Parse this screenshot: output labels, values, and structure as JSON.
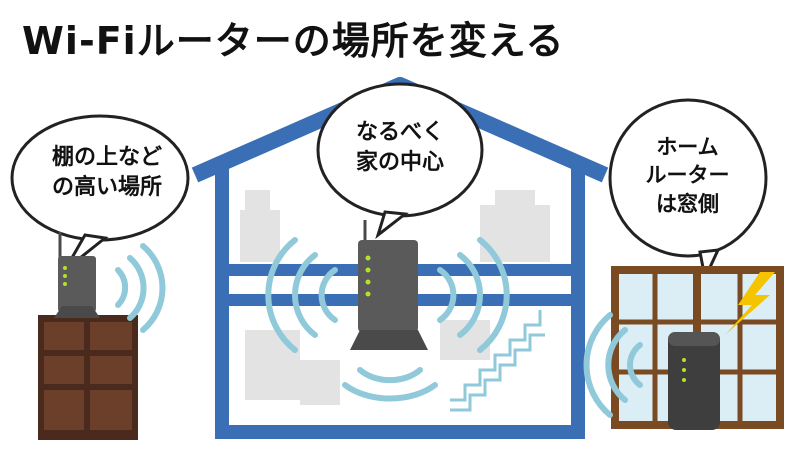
{
  "title": "Wi-Fiルーターの場所を変える",
  "bubbles": {
    "left": {
      "line1": "棚の上など",
      "line2": "の高い場所"
    },
    "center": {
      "line1": "なるべく",
      "line2": "家の中心"
    },
    "right": {
      "line1": "ホーム",
      "line2": "ルーター",
      "line3": "は窓側"
    }
  },
  "colors": {
    "house": "#3a6fb5",
    "wave": "#8fc9da",
    "router": "#5a5a5a",
    "shelf": "#4a2a1c",
    "window_frame": "#7a4a22",
    "lightning": "#f5c400"
  },
  "icons": [
    "router-icon",
    "wifi-wave-icon",
    "shelf-icon",
    "window-icon",
    "home-router-icon",
    "lightning-icon",
    "house-icon"
  ]
}
